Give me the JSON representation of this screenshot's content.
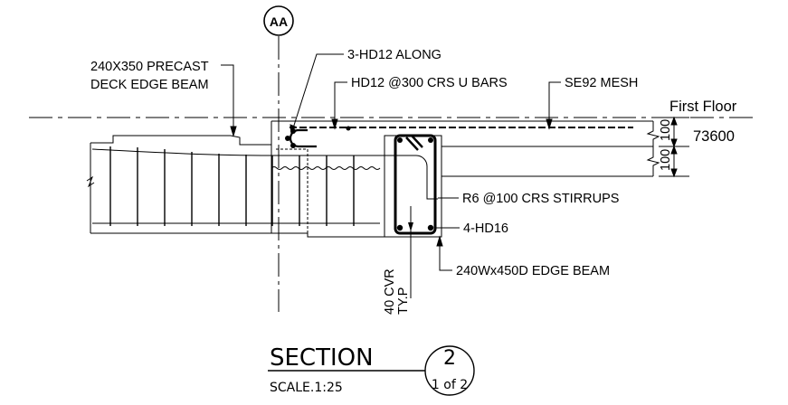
{
  "grid": {
    "label": "AA"
  },
  "callouts": {
    "precast_beam_line1": "240X350 PRECAST",
    "precast_beam_line2": "DECK EDGE BEAM",
    "hd12_along": "3-HD12 ALONG",
    "u_bars": "HD12 @300 CRS U BARS",
    "mesh": "SE92 MESH",
    "stirrups": "R6 @100 CRS STIRRUPS",
    "bottom_bars": "4-HD16",
    "edge_beam": "240Wx450D EDGE BEAM",
    "cover_line1": "40 CVR",
    "cover_line2": "TY.P"
  },
  "level": {
    "name": "First Floor",
    "value": "73600"
  },
  "dimensions": {
    "slab_depth": "100",
    "step_depth": "100"
  },
  "title": {
    "text": "SECTION",
    "scale": "SCALE.1:25",
    "number": "2",
    "sheet": "1 of 2"
  }
}
